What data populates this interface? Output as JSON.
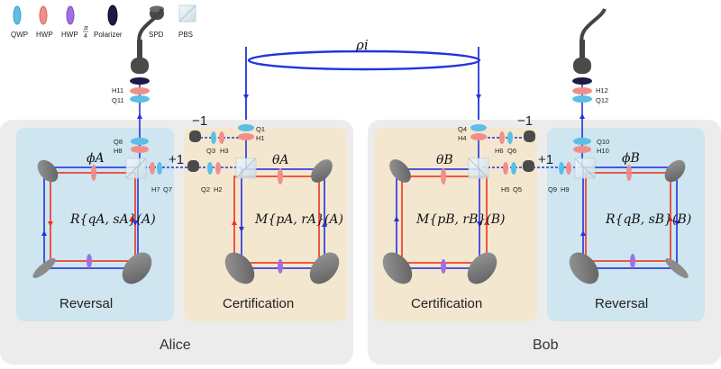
{
  "legend": {
    "qwp": "QWP",
    "hwp": "HWP",
    "hwp_pi4": "HWP",
    "pi_num": "π",
    "pi_den": "4",
    "polarizer": "Polarizer",
    "spd": "SPD",
    "pbs": "PBS"
  },
  "state_label": "ρi",
  "alice": {
    "name": "Alice",
    "reversal": "Reversal",
    "certification": "Certification",
    "phi": "ϕA",
    "theta": "θA",
    "R_label": "R{qA, sA}(A)",
    "M_label": "M{pA, rA}(A)",
    "minus_one": "−1",
    "plus_one": "+1",
    "elements": {
      "H11": "H11",
      "Q11": "Q11",
      "Q8": "Q8",
      "H8": "H8",
      "Q1": "Q1",
      "H1": "H1",
      "Q3": "Q3",
      "H3": "H3",
      "H7": "H7",
      "Q7": "Q7",
      "Q2": "Q2",
      "H2": "H2"
    }
  },
  "bob": {
    "name": "Bob",
    "reversal": "Reversal",
    "certification": "Certification",
    "phi": "ϕB",
    "theta": "θB",
    "R_label": "R{qB, sB}(B)",
    "M_label": "M{pB, rB}(B)",
    "minus_one": "−1",
    "plus_one": "+1",
    "elements": {
      "H12": "H12",
      "Q12": "Q12",
      "Q10": "Q10",
      "H10": "H10",
      "Q4": "Q4",
      "H4": "H4",
      "H6": "H6",
      "Q6": "Q6",
      "H5": "H5",
      "Q5": "Q5",
      "Q9": "Q9",
      "H9": "H9"
    }
  },
  "colors": {
    "qwp": "#5bbfe6",
    "hwp": "#f08f8a",
    "hwp_pi4": "#a070e0",
    "beam_blue": "#2233dd",
    "beam_red": "#ee3322",
    "reversal_bg": "#cfe5ef",
    "certification_bg": "#f4e7cf",
    "panel_bg": "#ececec"
  }
}
